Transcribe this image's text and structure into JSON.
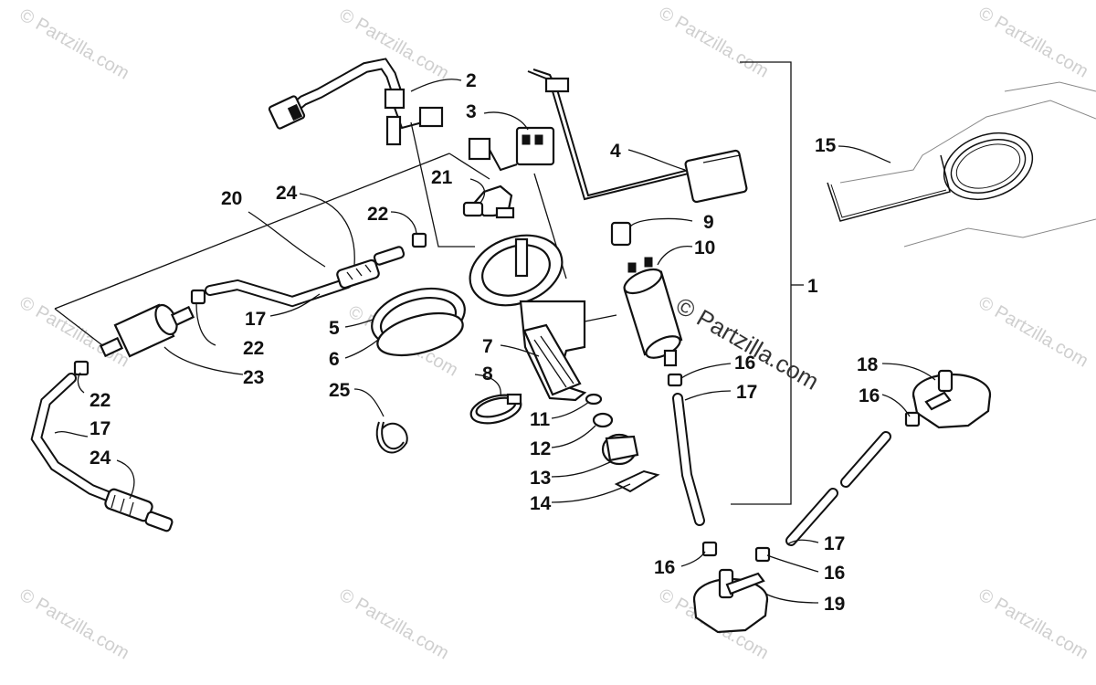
{
  "watermark": {
    "text": "© Partzilla.com",
    "center_text": "© Partzilla.com"
  },
  "callouts": {
    "c1": "1",
    "c2": "2",
    "c3": "3",
    "c4": "4",
    "c5": "5",
    "c6": "6",
    "c7": "7",
    "c8": "8",
    "c9": "9",
    "c10": "10",
    "c11": "11",
    "c12": "12",
    "c13": "13",
    "c14": "14",
    "c15": "15",
    "c16a": "16",
    "c16b": "16",
    "c16c": "16",
    "c16d": "16",
    "c17a": "17",
    "c17b": "17",
    "c17c": "17",
    "c17d": "17",
    "c18": "18",
    "c19": "19",
    "c20": "20",
    "c21": "21",
    "c22a": "22",
    "c22b": "22",
    "c22c": "22",
    "c23": "23",
    "c24a": "24",
    "c24b": "24",
    "c25": "25"
  }
}
